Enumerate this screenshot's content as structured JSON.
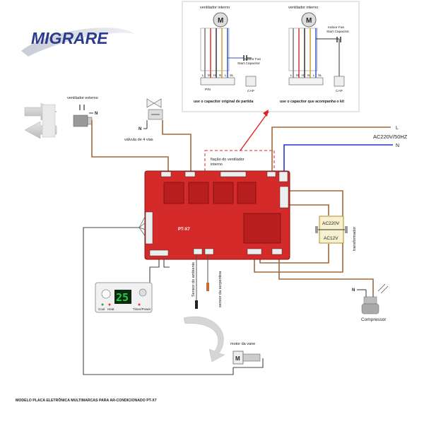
{
  "brand": {
    "logo_text": "MIGRARE"
  },
  "top_diagrams": {
    "left": {
      "title": "ventilador interno",
      "motor_letter": "M",
      "capacitor_label_1": "Indoor Fan",
      "capacitor_label_2": "Start Capacitor",
      "terminal_letters": [
        "L",
        "M",
        "H",
        "N",
        "L",
        "SL"
      ],
      "pin_label": "PIN",
      "cap_label": "CAP",
      "caption": "use o capacitor original de partida"
    },
    "right": {
      "title": "ventilador interno",
      "motor_letter": "M",
      "capacitor_label_1": "Indoor Fan",
      "capacitor_label_2": "Start Capacitor",
      "terminal_letters": [
        "L",
        "M",
        "H",
        "N",
        "L",
        "SL"
      ],
      "cap_label": "CAP",
      "caption": "use o capacitor que acompanha o kit"
    }
  },
  "external_fan": {
    "label": "ventilador externo",
    "n_label": "N"
  },
  "valve": {
    "label": "válvula de 4 vias",
    "n_label": "N"
  },
  "power": {
    "l_label": "L",
    "ac_label": "AC220V/50HZ",
    "n_label": "N"
  },
  "indoor_fan_box": {
    "label_1": "fiação do ventilador",
    "label_2": "interno"
  },
  "board": {
    "model": "PT-X7"
  },
  "transformer": {
    "primary": "AC220V",
    "secondary": "AC12V",
    "label": "transformador"
  },
  "sensors": {
    "ambient": "Sensor do ambiente",
    "coil": "sensor da serpentina"
  },
  "display": {
    "digits": "25",
    "label_cool": "Cool",
    "label_heat": "Heat",
    "label_timer": "Timer/Power"
  },
  "compressor": {
    "label": "Compressor",
    "n_label": "N"
  },
  "swing_motor": {
    "label": "motor da vane",
    "motor_letter": "M"
  },
  "footer": {
    "caption": "MODELO PLACA ELETRÔNICA MULTIMARCAS PARA AR-CONDICIONADO PT-X7"
  },
  "colors": {
    "board": "#d42a2a",
    "wire_brown": "#a0693a",
    "wire_blue": "#2233cc",
    "wire_dark": "#444444",
    "arrow_red": "#e02020",
    "display_green": "#22cc44",
    "logo_blue": "#2a3c8c"
  }
}
